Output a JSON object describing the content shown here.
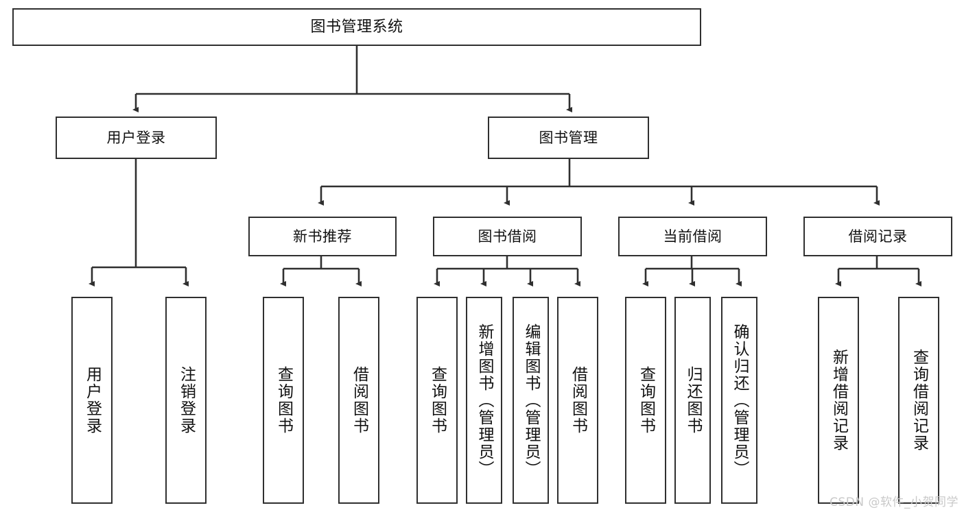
{
  "diagram": {
    "title": "图书管理系统",
    "watermark": "CSDN @软件_小贺同学",
    "colors": {
      "box_border": "#2f2f2f",
      "box_fill": "#ffffff",
      "connector": "#2f2f2f",
      "text": "#111111",
      "watermark": "#c9c9c9",
      "background": "#ffffff"
    },
    "root": {
      "label": "图书管理系统"
    },
    "level2": [
      {
        "label": "用户登录"
      },
      {
        "label": "图书管理"
      }
    ],
    "level3": [
      {
        "label": "新书推荐"
      },
      {
        "label": "图书借阅"
      },
      {
        "label": "当前借阅"
      },
      {
        "label": "借阅记录"
      }
    ],
    "leaves": {
      "user_login": [
        {
          "label": "用户登录"
        },
        {
          "label": "注销登录"
        }
      ],
      "new_book_recommend": [
        {
          "label": "查询图书"
        },
        {
          "label": "借阅图书"
        }
      ],
      "book_borrow": [
        {
          "label": "查询图书"
        },
        {
          "label": "新增图书（管理员）"
        },
        {
          "label": "编辑图书（管理员）"
        },
        {
          "label": "借阅图书"
        }
      ],
      "current_borrow": [
        {
          "label": "查询图书"
        },
        {
          "label": "归还图书"
        },
        {
          "label": "确认归还（管理员）"
        }
      ],
      "borrow_records": [
        {
          "label": "新增借阅记录"
        },
        {
          "label": "查询借阅记录"
        }
      ]
    }
  }
}
